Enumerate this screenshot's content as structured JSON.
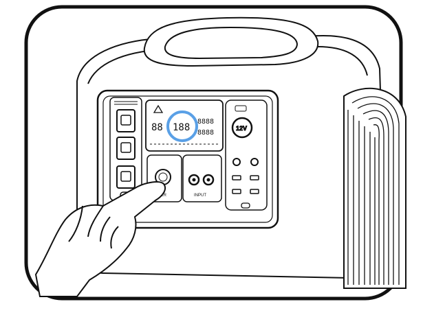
{
  "illustration": {
    "display": {
      "warning_icon": "warning-triangle-icon",
      "digits_left": "88",
      "digits_center": "188",
      "digits_top_right": "8888",
      "digits_bottom_right": "8888"
    },
    "power_label": "WER",
    "input_label": "INPUT",
    "car_socket_label": "12V",
    "hand_icon": "pointing-hand-icon",
    "colors": {
      "line": "#111111",
      "accent_ring": "#5aa0e6"
    }
  }
}
